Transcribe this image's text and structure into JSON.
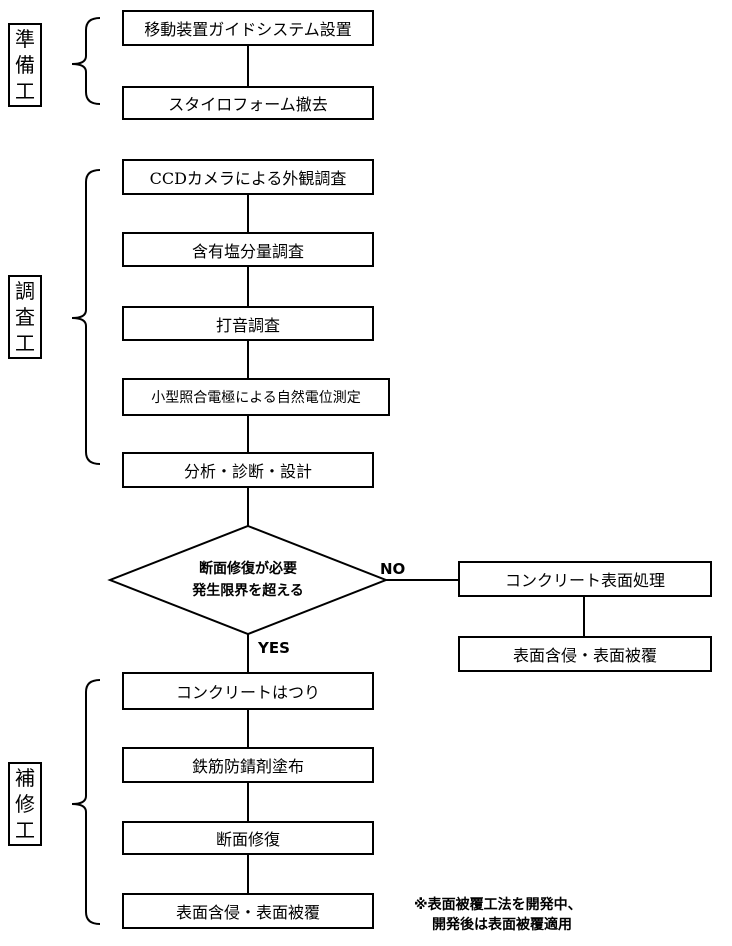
{
  "phases": {
    "prep": [
      "準",
      "備",
      "工"
    ],
    "survey": [
      "調",
      "査",
      "工"
    ],
    "repair": [
      "補",
      "修",
      "工"
    ]
  },
  "steps": {
    "guide_install": "移動装置ガイドシステム設置",
    "styrofoam_removal": "スタイロフォーム撤去",
    "ccd_survey": "CCDカメラによる外観調査",
    "chloride_survey": "含有塩分量調査",
    "hammer_survey": "打音調査",
    "potential_measure": "小型照合電極による自然電位測定",
    "analysis": "分析・診断・設計",
    "chipping": "コンクリートはつり",
    "rebar_coating": "鉄筋防錆剤塗布",
    "section_repair": "断面修復",
    "surface_coating_main": "表面含侵・表面被覆",
    "surface_treatment": "コンクリート表面処理",
    "surface_coating_side": "表面含侵・表面被覆"
  },
  "decision": {
    "line1": "断面修復が必要",
    "line2": "発生限界を超える",
    "yes": "YES",
    "no": "NO"
  },
  "note": {
    "line1": "※表面被覆工法を開発中、",
    "line2": "開発後は表面被覆適用"
  }
}
